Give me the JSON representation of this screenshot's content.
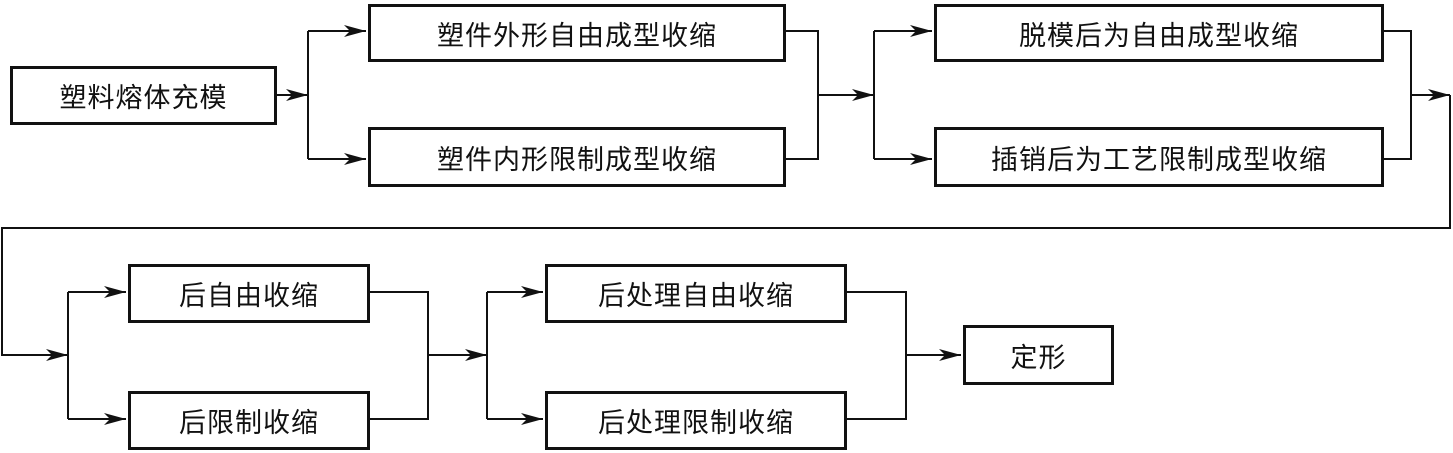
{
  "diagram": {
    "nodes": {
      "start": "塑料熔体充模",
      "outer_free": "塑件外形自由成型收缩",
      "inner_restricted": "塑件内形限制成型收缩",
      "demold_free": "脱模后为自由成型收缩",
      "pin_restricted": "插销后为工艺限制成型收缩",
      "post_free": "后自由收缩",
      "post_restricted": "后限制收缩",
      "treat_free": "后处理自由收缩",
      "treat_restricted": "后处理限制收缩",
      "final": "定形"
    },
    "colors": {
      "line": "#111111",
      "box_border": "#111111",
      "background": "#ffffff"
    }
  }
}
